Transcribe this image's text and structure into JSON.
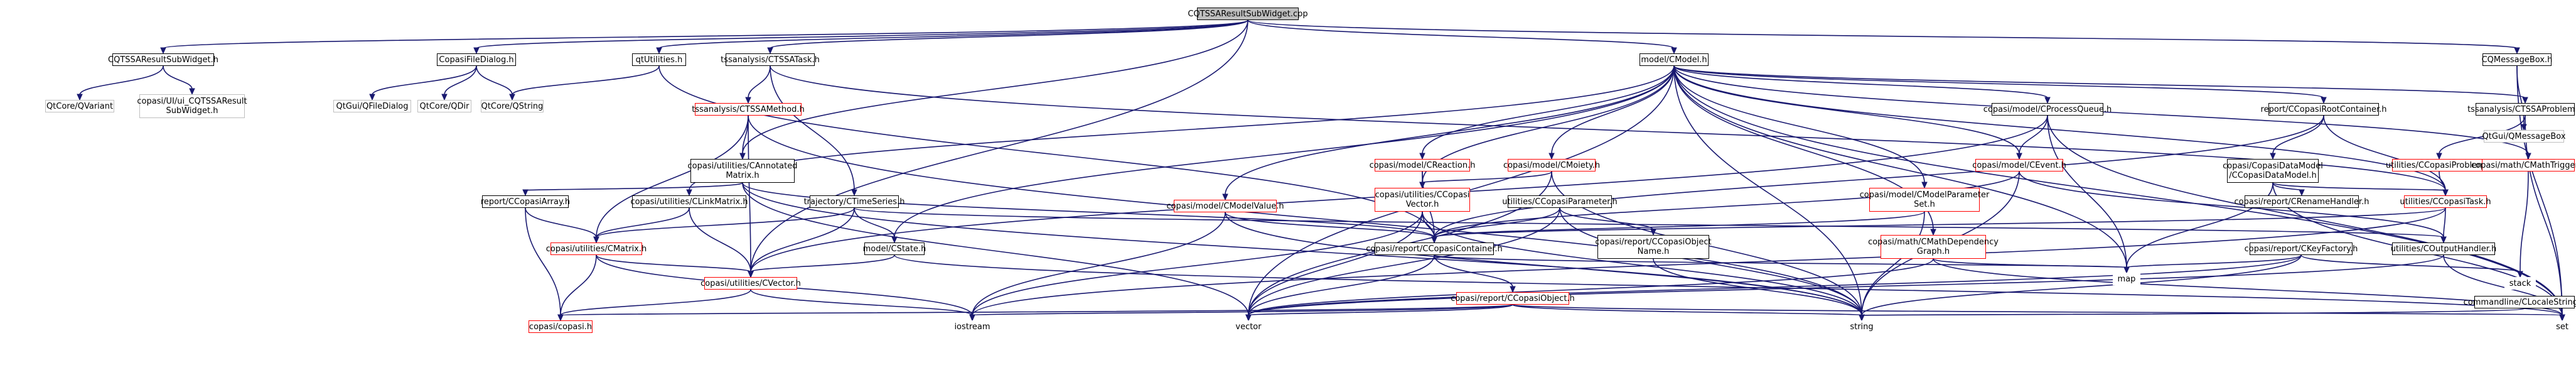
{
  "nodes": {
    "root": "CQTSSAResultSubWidget.cpp",
    "cqtssaresultsubwidget_h": "CQTSSAResultSubWidget.h",
    "copasifiledialog_h": "CopasiFileDialog.h",
    "qtutilities_h": "qtUtilities.h",
    "tssaanalysis_ctssatask_h": "tssanalysis/CTSSATask.h",
    "model_cmodel_h": "model/CModel.h",
    "cqmessagebox_h": "CQMessageBox.h",
    "qtcore_qvariant": "QtCore/QVariant",
    "ui_cqtssaresultsubwidget_h": "copasi/UI/ui_CQTSSAResult\nSubWidget.h",
    "qtgui_qfiledialog": "QtGui/QFileDialog",
    "qtcore_qdir": "QtCore/QDir",
    "qtcore_qstring": "QtCore/QString",
    "tssaanalysis_ctssamethod_h": "tssanalysis/CTSSAMethod.h",
    "copasi_utilities_cannotatedmatrix_h": "copasi/utilities/CAnnotated\nMatrix.h",
    "copasi_model_cprocessqueue_h": "copasi/model/CProcessQueue.h",
    "report_ccopasirootcontainer_h": "report/CCopasiRootContainer.h",
    "tssaanalysis_ctssaproblem_h": "tssanalysis/CTSSAProblem.h",
    "qtgui_qmessagebox": "QtGui/QMessageBox",
    "copasi_model_creaction_h": "copasi/model/CReaction.h",
    "copasi_model_cmoiety_h": "copasi/model/CMoiety.h",
    "copasi_model_cevent_h": "copasi/model/CEvent.h",
    "copasi_copasidatamodel_ccopasidatamodel_h": "copasi/CopasiDataModel\n/CCopasiDataModel.h",
    "utilities_ccopasiproblem_h": "utilities/CCopasiProblem.h",
    "copasi_math_cmathtrigger_h": "copasi/math/CMathTrigger.h",
    "report_ccopasiarray_h": "report/CCopasiArray.h",
    "copasi_utilities_clinkmatrix_h": "copasi/utilities/CLinkMatrix.h",
    "trajectory_ctimeseries_h": "trajectory/CTimeSeries.h",
    "copasi_utilities_ccopasivector_h": "copasi/utilities/CCopasi\nVector.h",
    "utilities_ccopasiparameter_h": "utilities/CCopasiParameter.h",
    "copasi_model_cmodelvalue_h": "copasi/model/CModelValue.h",
    "copasi_model_cmodelparameterset_h": "copasi/model/CModelParameter\nSet.h",
    "copasi_report_crenamehandler_h": "copasi/report/CRenameHandler.h",
    "utilities_ccopasitask_h": "utilities/CCopasiTask.h",
    "copasi_utilities_cmatrix_h": "copasi/utilities/CMatrix.h",
    "model_cstate_h": "model/CState.h",
    "copasi_report_ccopasicontainer_h": "copasi/report/CCopasiContainer.h",
    "copasi_report_ccopasiobjectname_h": "copasi/report/CCopasiObject\nName.h",
    "copasi_math_cmathdependencygraph_h": "copasi/math/CMathDependency\nGraph.h",
    "copasi_report_ckeyfactory_h": "copasi/report/CKeyFactory.h",
    "utilities_coutputhandler_h": "utilities/COutputHandler.h",
    "copasi_utilities_cvector_h": "copasi/utilities/CVector.h",
    "copasi_report_ccopasiobject_h": "copasi/report/CCopasiObject.h",
    "map": "map",
    "stack": "stack",
    "commandline_clocalestring_h": "commandline/CLocaleString.h",
    "copasi_copasi_h": "copasi/copasi.h",
    "iostream": "iostream",
    "vector": "vector",
    "string": "string",
    "set": "set"
  },
  "colors": {
    "edge": "#191970",
    "root_fill": "#bfbfbf",
    "missing_border": "#bfbfbf",
    "truncated_border": "#ff0000",
    "normal_border": "#000000"
  }
}
